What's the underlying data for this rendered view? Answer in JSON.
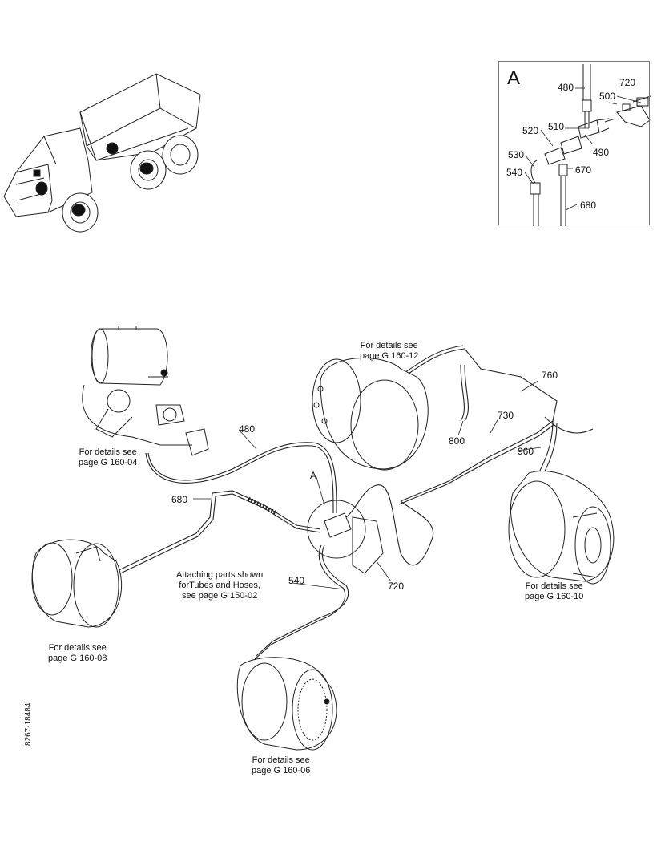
{
  "inset": {
    "letter": "A",
    "callouts": [
      "480",
      "720",
      "500",
      "510",
      "520",
      "490",
      "530",
      "670",
      "540",
      "680"
    ]
  },
  "callouts": {
    "c480": "480",
    "c680": "680",
    "cA": "A",
    "c540": "540",
    "c720": "720",
    "c800": "800",
    "c760": "760",
    "c730": "730",
    "c960": "960"
  },
  "notes": {
    "top_right_wheel": [
      "For details see",
      "page G 160-12"
    ],
    "tank": [
      "For details see",
      "page G 160-04"
    ],
    "attaching": [
      "Attaching parts shown",
      "forTubes and Hoses,",
      "see page G 150-02"
    ],
    "right_wheel": [
      "For details see",
      "page G 160-10"
    ],
    "left_wheel": [
      "For details see",
      "page G 160-08"
    ],
    "bottom_wheel": [
      "For details see",
      "page G 160-06"
    ]
  },
  "figure_id": "8267-18484"
}
